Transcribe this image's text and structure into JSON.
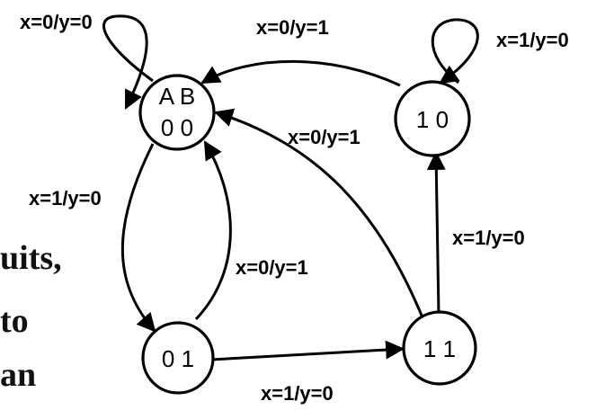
{
  "background_text": [
    "uits,",
    "to",
    "an"
  ],
  "states": [
    {
      "id": "00",
      "line1": "A B",
      "line2": "0 0"
    },
    {
      "id": "10",
      "line1": "1 0"
    },
    {
      "id": "01",
      "line1": "0 1"
    },
    {
      "id": "11",
      "line1": "1 1"
    }
  ],
  "transitions": [
    {
      "from": "00",
      "to": "00",
      "label": "x=0/y=0"
    },
    {
      "from": "10",
      "to": "00",
      "label": "x=0/y=1"
    },
    {
      "from": "10",
      "to": "10",
      "label": "x=1/y=0"
    },
    {
      "from": "11",
      "to": "00",
      "label": "x=0/y=1"
    },
    {
      "from": "00",
      "to": "01",
      "label": "x=1/y=0"
    },
    {
      "from": "01",
      "to": "00",
      "label": "x=0/y=1"
    },
    {
      "from": "11",
      "to": "10",
      "label": "x=1/y=0"
    },
    {
      "from": "01",
      "to": "11",
      "label": "x=1/y=0"
    }
  ],
  "colors": {
    "stroke": "#000000",
    "text": "#000000",
    "background": "#ffffff"
  }
}
